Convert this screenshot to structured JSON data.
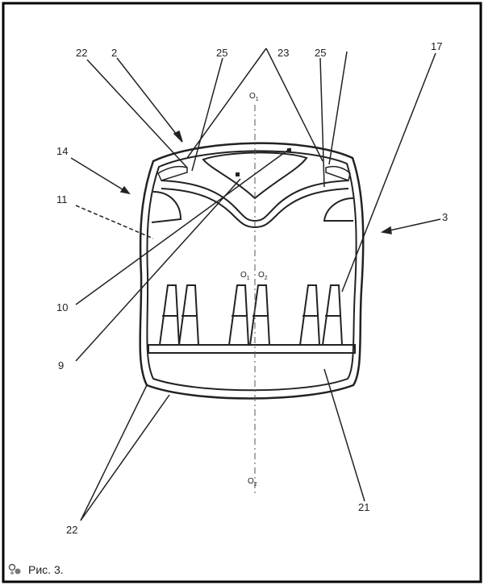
{
  "labels": {
    "l22_top": "22",
    "l2": "2",
    "l25_left": "25",
    "l23": "23",
    "l25_right": "25",
    "l17": "17",
    "l14": "14",
    "l11": "11",
    "l3": "3",
    "l10": "10",
    "l9": "9",
    "l21": "21",
    "l22_bottom": "22"
  },
  "axes": {
    "o1_top": "O",
    "o1_top_sub": "1",
    "o1_mid": "O",
    "o1_mid_sub": "1",
    "o2_mid": "O",
    "o2_mid_sub": "2",
    "o2_bottom": "O",
    "o2_bottom_sub": "2"
  },
  "caption": {
    "text": "Рис. 3.",
    "icon": "figure-icon"
  }
}
